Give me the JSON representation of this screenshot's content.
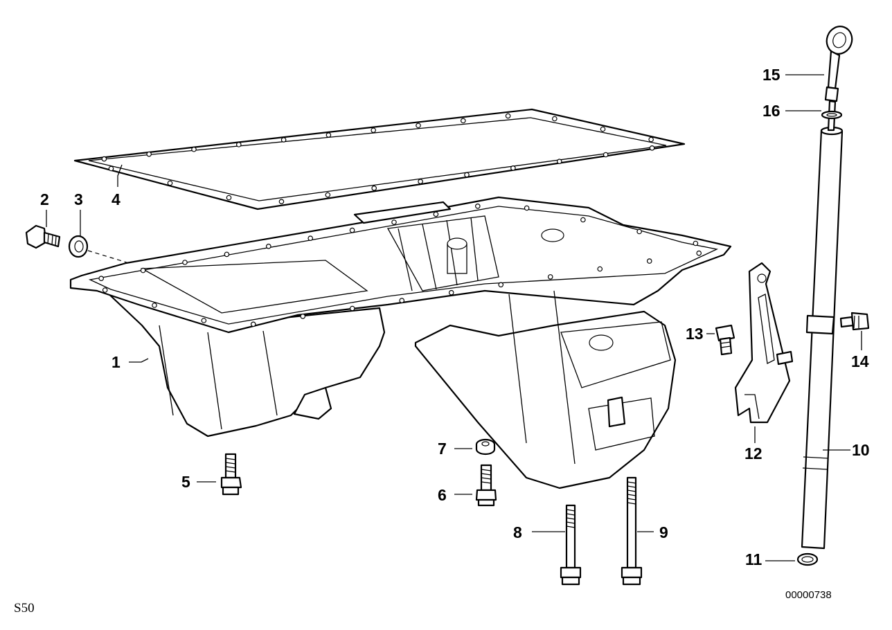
{
  "diagram": {
    "model_label": "S50",
    "drawing_number": "00000738",
    "callouts": [
      {
        "id": "1",
        "label": "1"
      },
      {
        "id": "2",
        "label": "2"
      },
      {
        "id": "3",
        "label": "3"
      },
      {
        "id": "4",
        "label": "4"
      },
      {
        "id": "5",
        "label": "5"
      },
      {
        "id": "6",
        "label": "6"
      },
      {
        "id": "7",
        "label": "7"
      },
      {
        "id": "8",
        "label": "8"
      },
      {
        "id": "9",
        "label": "9"
      },
      {
        "id": "10",
        "label": "10"
      },
      {
        "id": "11",
        "label": "11"
      },
      {
        "id": "12",
        "label": "12"
      },
      {
        "id": "13",
        "label": "13"
      },
      {
        "id": "14",
        "label": "14"
      },
      {
        "id": "15",
        "label": "15"
      },
      {
        "id": "16",
        "label": "16"
      }
    ]
  }
}
